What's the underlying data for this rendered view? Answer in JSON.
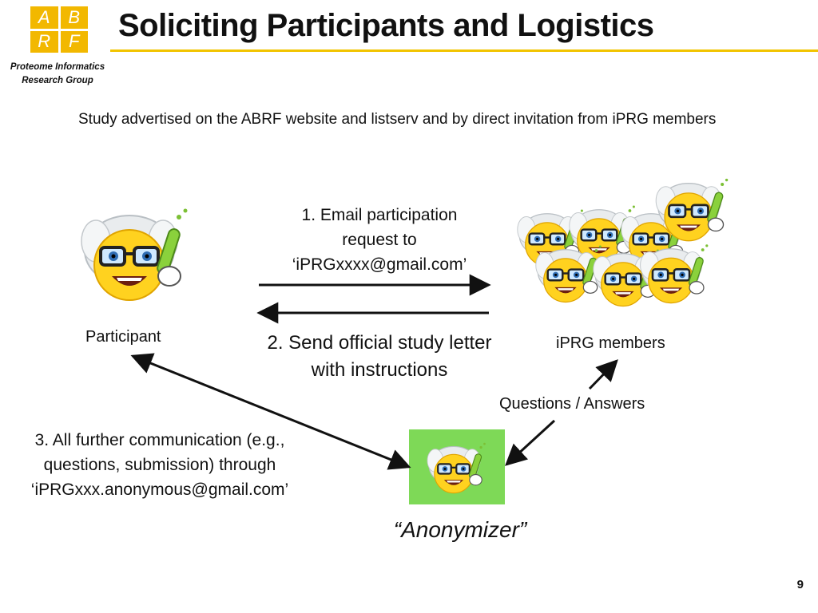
{
  "logo": {
    "letters": [
      "A",
      "B",
      "R",
      "F"
    ]
  },
  "org": {
    "line1": "Proteome Informatics",
    "line2": "Research Group"
  },
  "slide": {
    "title": "Soliciting Participants and Logistics",
    "subtitle": "Study advertised on the ABRF website and listserv and by direct invitation from iPRG members",
    "page_number": "9"
  },
  "steps": {
    "s1_line1": "1. Email participation",
    "s1_line2": "request to",
    "s1_line3": "‘iPRGxxxx@gmail.com’",
    "s2_line1": "2. Send official study letter",
    "s2_line2": "with instructions",
    "s3_line1": "3. All further communication (e.g.,",
    "s3_line2": "questions, submission) through",
    "s3_line3": "‘iPRGxxx.anonymous@gmail.com’"
  },
  "labels": {
    "participant": "Participant",
    "iprg_members": "iPRG members",
    "qa": "Questions / Answers",
    "anonymizer": "“Anonymizer”"
  },
  "colors": {
    "accent": "#f2c400",
    "logo": "#f2b800",
    "anonymizer_bg": "#7ed957",
    "face": "#ffd21f"
  }
}
